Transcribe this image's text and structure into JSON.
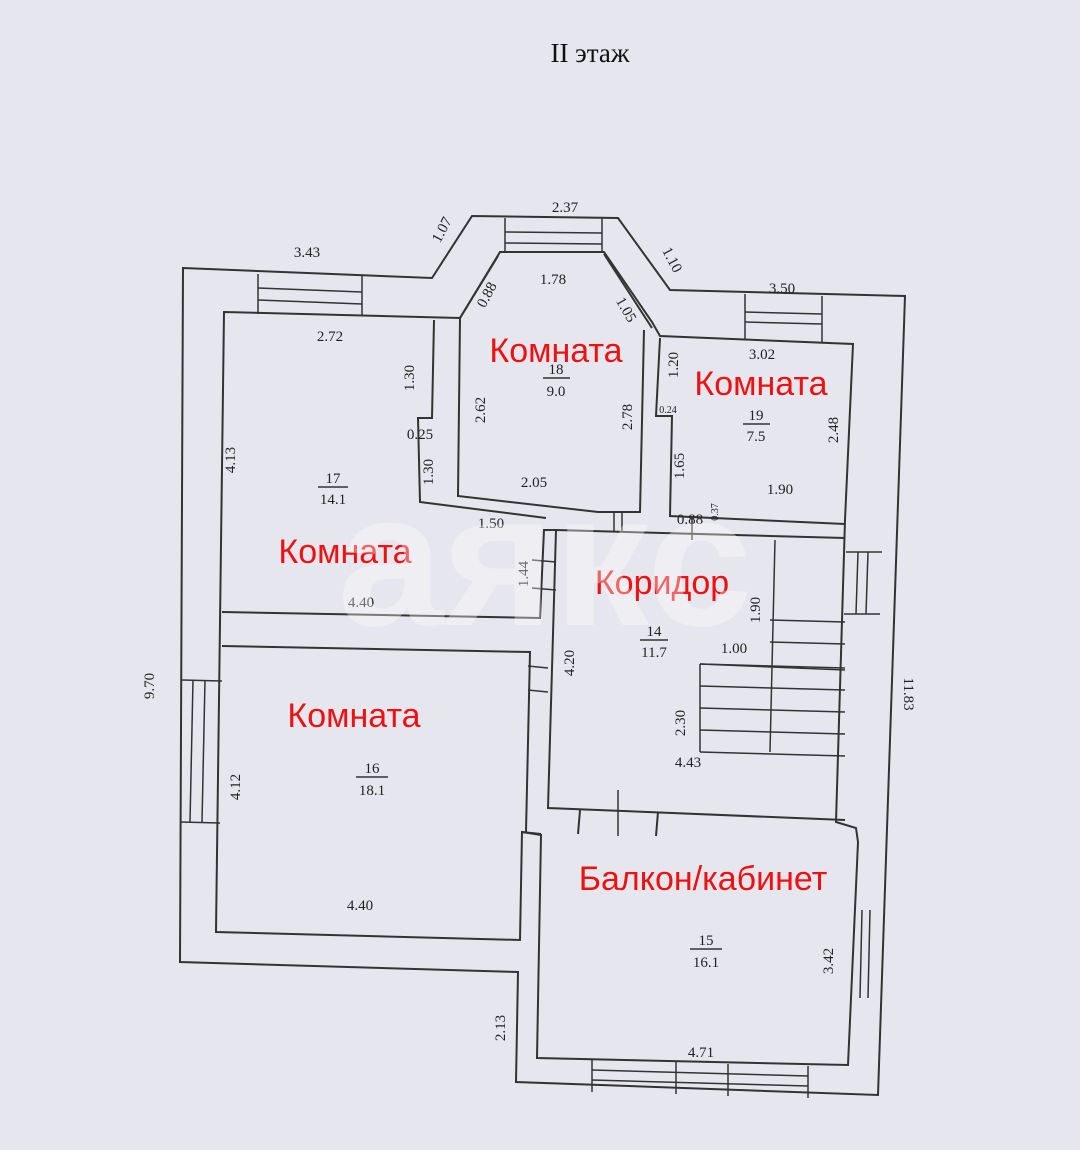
{
  "title": "II этаж",
  "watermark": "аякс",
  "rooms": [
    {
      "label": "Комната",
      "number": "17",
      "area": "14.1"
    },
    {
      "label": "Комната",
      "number": "18",
      "area": "9.0"
    },
    {
      "label": "Комната",
      "number": "19",
      "area": "7.5"
    },
    {
      "label": "Коридор",
      "number": "14",
      "area": "11.7"
    },
    {
      "label": "Комната",
      "number": "16",
      "area": "18.1"
    },
    {
      "label": "Балкон/кабинет",
      "number": "15",
      "area": "16.1"
    }
  ],
  "dimensions": {
    "outer_left_top": "3.43",
    "bay_diag_left": "1.07",
    "bay_top": "2.37",
    "bay_diag_right": "1.10",
    "outer_right_top": "3.50",
    "outer_left": "9.70",
    "outer_right": "11.83",
    "bottom_left_wall": "2.13",
    "r17_top": "2.72",
    "r17_left": "4.13",
    "r17_step_upper": "1.30",
    "r17_step": "0.25",
    "r17_step_lower": "1.30",
    "r17_bottom": "4.40",
    "r17_notch": "1.50",
    "r17_notch_side": "1.44",
    "r18_top": "1.78",
    "r18_diag_left": "0.88",
    "r18_diag_right": "1.05",
    "r18_left": "2.62",
    "r18_right": "2.78",
    "r18_bottom": "2.05",
    "r19_top": "3.02",
    "r19_left_upper": "1.20",
    "r19_step": "0.24",
    "r19_left_lower": "1.65",
    "r19_right": "2.48",
    "r19_bottom": "1.90",
    "r19_door_offset": "0.37",
    "cor_top": "0.88",
    "cor_left": "4.20",
    "cor_stair_side": "1.90",
    "cor_stair_width": "1.00",
    "cor_stair_run": "2.30",
    "cor_bottom": "4.43",
    "r16_left": "4.12",
    "r16_bottom": "4.40",
    "r15_right": "3.42",
    "r15_bottom": "4.71"
  }
}
